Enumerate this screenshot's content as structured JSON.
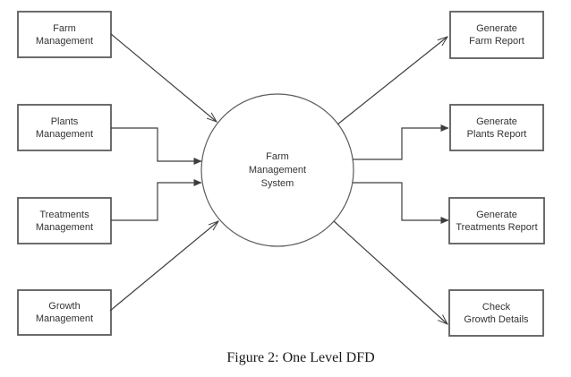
{
  "caption": "Figure 2: One Level DFD",
  "diagram": {
    "process": {
      "lines": [
        "Farm",
        "Management",
        "System"
      ]
    },
    "sources": [
      {
        "id": "farm-management",
        "lines": [
          "Farm",
          "Management"
        ]
      },
      {
        "id": "plants-management",
        "lines": [
          "Plants",
          "Management"
        ]
      },
      {
        "id": "treatments-management",
        "lines": [
          "Treatments",
          "Management"
        ]
      },
      {
        "id": "growth-management",
        "lines": [
          "Growth",
          "Management"
        ]
      }
    ],
    "outputs": [
      {
        "id": "generate-farm-report",
        "lines": [
          "Generate",
          "Farm Report"
        ]
      },
      {
        "id": "generate-plants-report",
        "lines": [
          "Generate",
          "Plants Report"
        ]
      },
      {
        "id": "generate-treatments-report",
        "lines": [
          "Generate",
          "Treatments Report"
        ]
      },
      {
        "id": "check-growth-details",
        "lines": [
          "Check",
          "Growth Details"
        ]
      }
    ]
  },
  "colors": {
    "background": "#ffffff",
    "box_border": "#5c5c5c",
    "connector": "#3d3d3d",
    "text": "#333333"
  }
}
